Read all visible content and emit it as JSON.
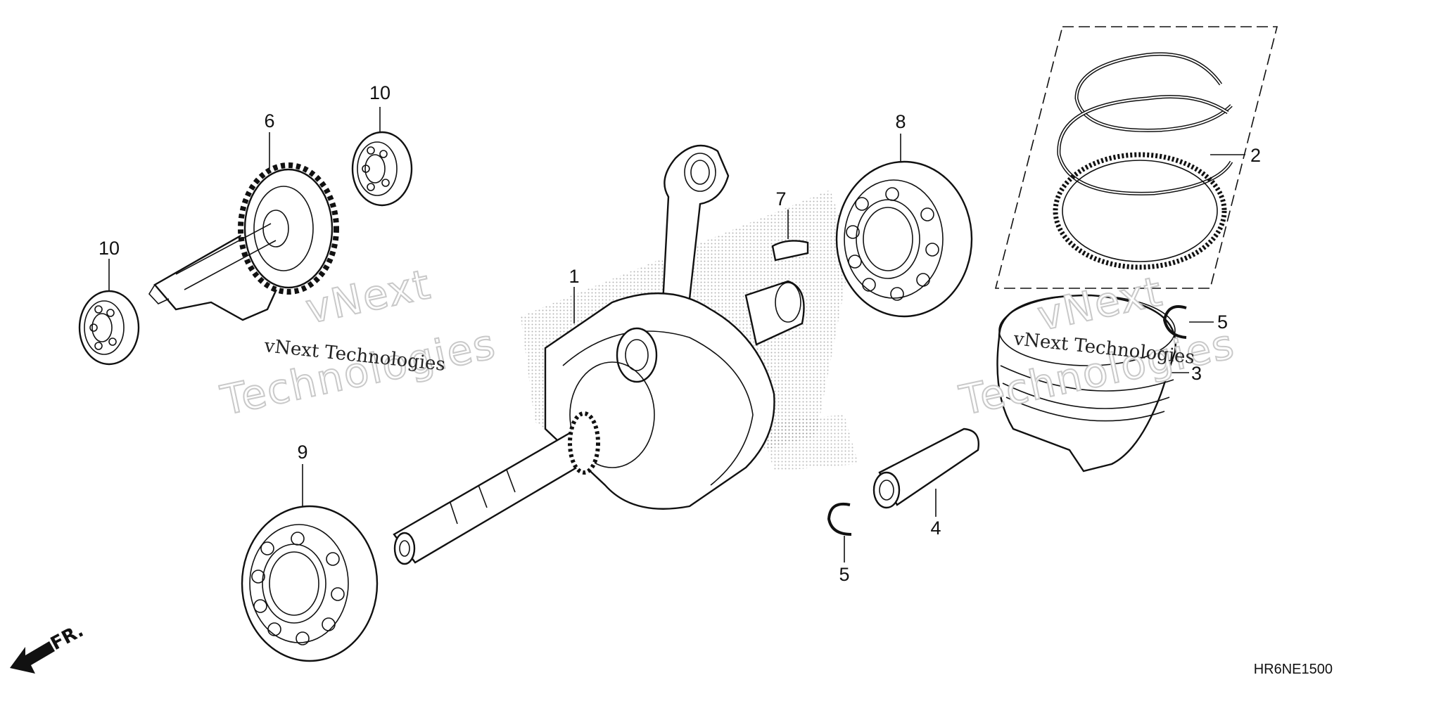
{
  "diagram": {
    "diagram_code": "HR6NE1500",
    "front_marker": "FR.",
    "callouts": [
      "1",
      "2",
      "3",
      "4",
      "5",
      "5",
      "6",
      "7",
      "8",
      "9",
      "10",
      "10"
    ],
    "watermark": {
      "outlined_line1": "vNext",
      "outlined_line2": "Technologies",
      "plain_text": "vNext Technologies"
    }
  }
}
